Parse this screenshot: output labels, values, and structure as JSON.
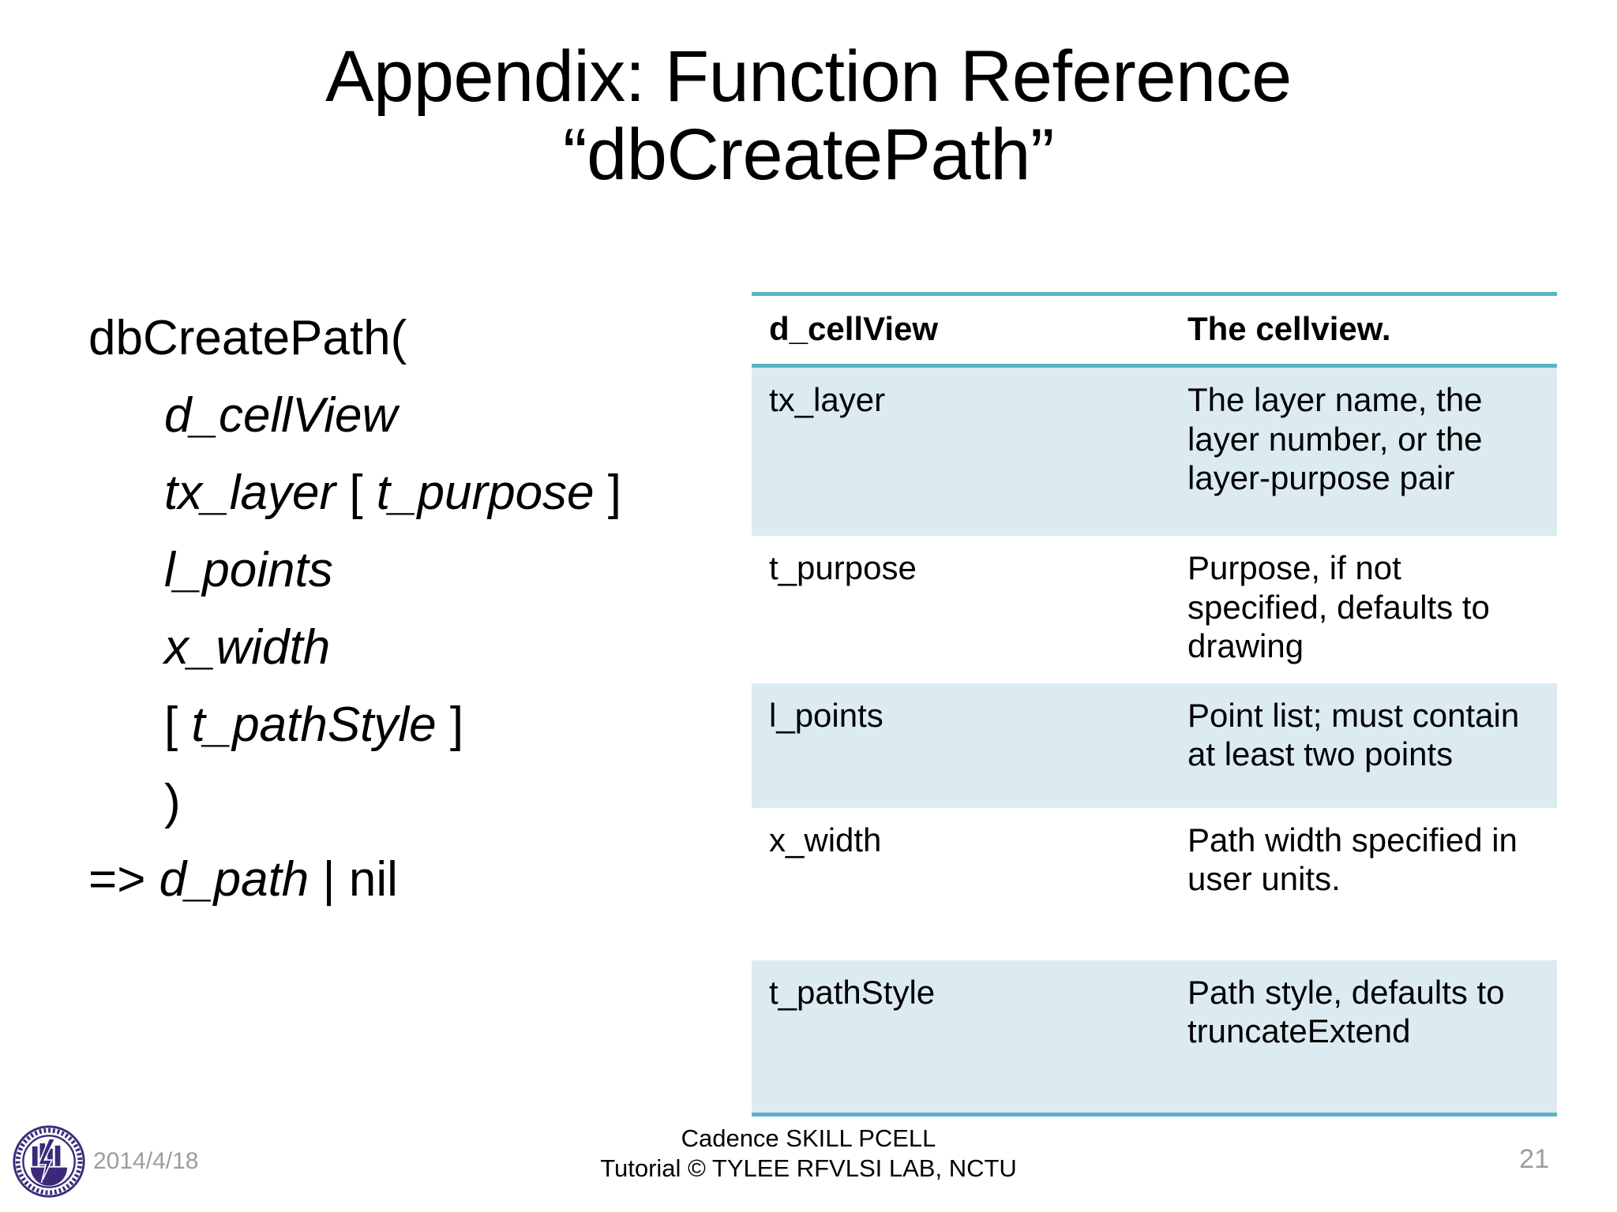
{
  "slide": {
    "title_line1": "Appendix: Function Reference",
    "title_line2": "“dbCreatePath”",
    "accent_color": "#5bb3c4",
    "row_shade_color": "#dcebf2",
    "footer_text_color": "#9d9d9d"
  },
  "signature": {
    "line1": "dbCreatePath(",
    "line2_italic": "d_cellView",
    "line3_italic_a": "tx_layer",
    "line3_bracket_open": " [ ",
    "line3_italic_b": "t_purpose",
    "line3_bracket_close": " ]",
    "line4_italic": "l_points",
    "line5_italic": "x_width",
    "line6_bracket_open": "[ ",
    "line6_italic": "t_pathStyle",
    "line6_bracket_close": " ]",
    "line7": ")",
    "line8_arrow": "=> ",
    "line8_italic": "d_path",
    "line8_tail": " | nil"
  },
  "table": {
    "headers": [
      "d_cellView",
      "The cellview."
    ],
    "rows": [
      {
        "name": "tx_layer",
        "description": "The layer name, the layer number, or the layer-purpose pair"
      },
      {
        "name": "t_purpose",
        "description": "Purpose, if not specified, defaults to drawing"
      },
      {
        "name": "l_points",
        "description": "Point list; must contain at least two points"
      },
      {
        "name": "x_width",
        "description": "Path width specified in user units."
      },
      {
        "name": "t_pathStyle",
        "description": "Path style, defaults to truncateExtend"
      }
    ]
  },
  "footer": {
    "date": "2014/4/18",
    "center_line1": "Cadence SKILL PCELL",
    "center_line2": "Tutorial © TYLEE RFVLSI LAB, NCTU",
    "page_number": "21",
    "logo_name": "nctu-seal-logo"
  }
}
